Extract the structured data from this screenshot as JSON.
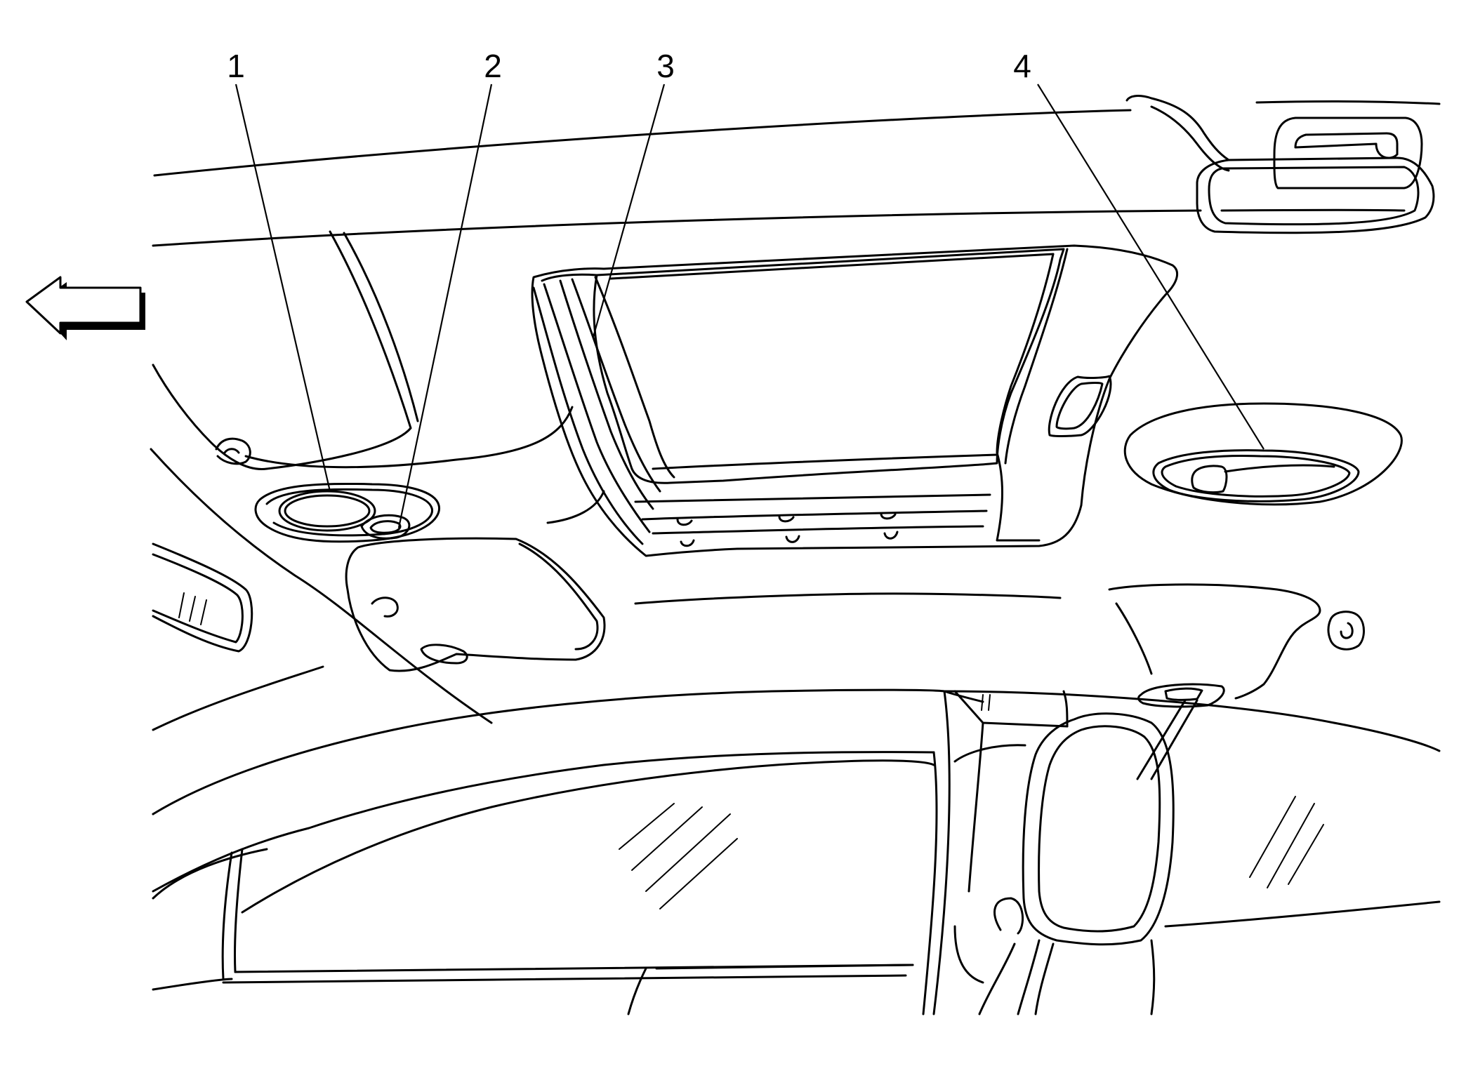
{
  "callouts": [
    {
      "label": "1",
      "part": "dome-lamp"
    },
    {
      "label": "2",
      "part": "dome-lamp-switch"
    },
    {
      "label": "3",
      "part": "sunroof-opening"
    },
    {
      "label": "4",
      "part": "rear-reading-lamp"
    }
  ],
  "direction_arrow": "front-of-vehicle-arrow",
  "colors": {
    "line": "#000000",
    "background": "#ffffff"
  }
}
